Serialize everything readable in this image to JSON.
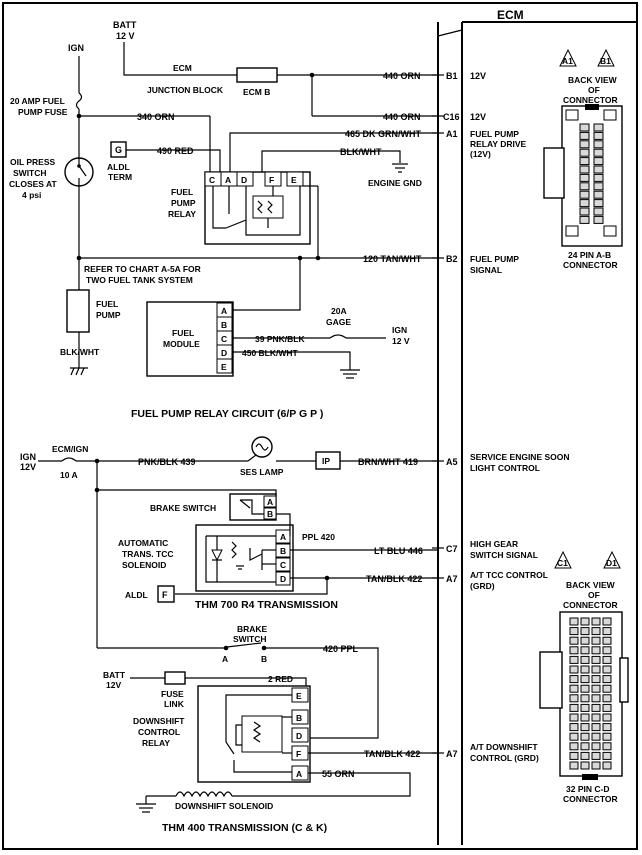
{
  "ecm": {
    "title": "ECM"
  },
  "power": {
    "batt": "BATT",
    "v12": "12 V",
    "ign": "IGN",
    "fuse_pump_1": "20 AMP FUEL",
    "fuse_pump_2": "PUMP FUSE",
    "ecm_label": "ECM",
    "junction_block": "JUNCTION BLOCK",
    "ecm_b": "ECM B"
  },
  "fuel_circuit": {
    "title": "FUEL PUMP RELAY CIRCUIT (6/P G P )",
    "w_340": "340 ORN",
    "w_440a": "440 ORN",
    "w_440b": "440 ORN",
    "w_465": "465 DK GRN/WHT",
    "w_490": "490 RED",
    "blk_wht_top": "BLK/WHT",
    "engine_gnd": "ENGINE GND",
    "w_120": "120 TAN/WHT",
    "aldl_g": "G",
    "aldl_term_1": "ALDL",
    "aldl_term_2": "TERM",
    "oil_1": "OIL PRESS",
    "oil_2": "SWITCH",
    "oil_3": "CLOSES AT",
    "oil_4": "4 psi",
    "relay_1": "FUEL",
    "relay_2": "PUMP",
    "relay_3": "RELAY",
    "relay_pins": [
      "C",
      "A",
      "D",
      "F",
      "E"
    ],
    "refer_1": "REFER TO CHART A-5A FOR",
    "refer_2": "TWO FUEL TANK SYSTEM",
    "pump_1": "FUEL",
    "pump_2": "PUMP",
    "pump_gnd": "BLK/WHT",
    "module_1": "FUEL",
    "module_2": "MODULE",
    "module_pins": [
      "A",
      "B",
      "C",
      "D",
      "E"
    ],
    "gage_1": "20A",
    "gage_2": "GAGE",
    "w_39": "39 PNK/BLK",
    "w_450": "450 BLK/WHT",
    "ign2": "IGN",
    "ign2_v": "12 V"
  },
  "pins": [
    {
      "pin": "B1",
      "label": "12V"
    },
    {
      "pin": "C16",
      "label": "12V"
    },
    {
      "pin": "A1",
      "label": "FUEL PUMP"
    },
    {
      "pin": "B2",
      "label": "FUEL PUMP"
    },
    {
      "pin": "A5",
      "label": "SERVICE ENGINE SOON"
    },
    {
      "pin": "C7",
      "label": "HIGH GEAR"
    },
    {
      "pin": "A7",
      "label": "A/T TCC CONTROL"
    },
    {
      "pin": "A7",
      "label": "A/T DOWNSHIFT"
    }
  ],
  "pin_labels_extra": {
    "a1_2": "RELAY DRIVE",
    "a1_3": "(12V)",
    "b2_2": "SIGNAL",
    "a5_2": "LIGHT CONTROL",
    "c7_2": "SWITCH SIGNAL",
    "a7_2": "(GRD)",
    "a7b_2": "CONTROL (GRD)"
  },
  "conn_ab": {
    "back_1": "BACK VIEW",
    "back_2": "OF",
    "back_3": "CONNECTOR",
    "tri_a": "A1",
    "tri_b": "B1",
    "name_1": "24 PIN  A-B",
    "name_2": "CONNECTOR"
  },
  "conn_cd": {
    "back_1": "BACK VIEW",
    "back_2": "OF",
    "back_3": "CONNECTOR",
    "tri_c": "C1",
    "tri_d": "D1",
    "name_1": "32 PIN C-D",
    "name_2": "CONNECTOR"
  },
  "tcc_circuit": {
    "ign": "IGN",
    "v12": "12V",
    "ecm_ign": "ECM/IGN",
    "fuse": "10 A",
    "w_439": "PNK/BLK 439",
    "ses_lamp": "SES LAMP",
    "ip": "IP",
    "w_419": "BRN/WHT 419",
    "brake_switch": "BRAKE SWITCH",
    "brake_pins": [
      "A",
      "B"
    ],
    "w_ppl420": "PPL 420",
    "auto_1": "AUTOMATIC",
    "auto_2": "TRANS. TCC",
    "auto_3": "SOLENOID",
    "trans_pins": [
      "A",
      "B",
      "C",
      "D"
    ],
    "w_446": "LT BLU 446",
    "w_422": "TAN/BLK 422",
    "aldl": "ALDL",
    "aldl_f": "F",
    "thm700": "THM 700 R4 TRANSMISSION"
  },
  "downshift_circuit": {
    "brake_1": "BRAKE",
    "brake_2": "SWITCH",
    "sw_a": "A",
    "sw_b": "B",
    "w_420": "420 PPL",
    "batt": "BATT",
    "v12": "12V",
    "fuse_1": "FUSE",
    "fuse_2": "LINK",
    "w_2red": "2 RED",
    "relay_1": "DOWNSHIFT",
    "relay_2": "CONTROL",
    "relay_3": "RELAY",
    "relay_pins": [
      "E",
      "B",
      "D",
      "F",
      "A"
    ],
    "w_422": "TAN/BLK 422",
    "w_55": "55 ORN",
    "solenoid": "DOWNSHIFT SOLENOID",
    "thm400": "THM 400 TRANSMISSION (C & K)"
  }
}
